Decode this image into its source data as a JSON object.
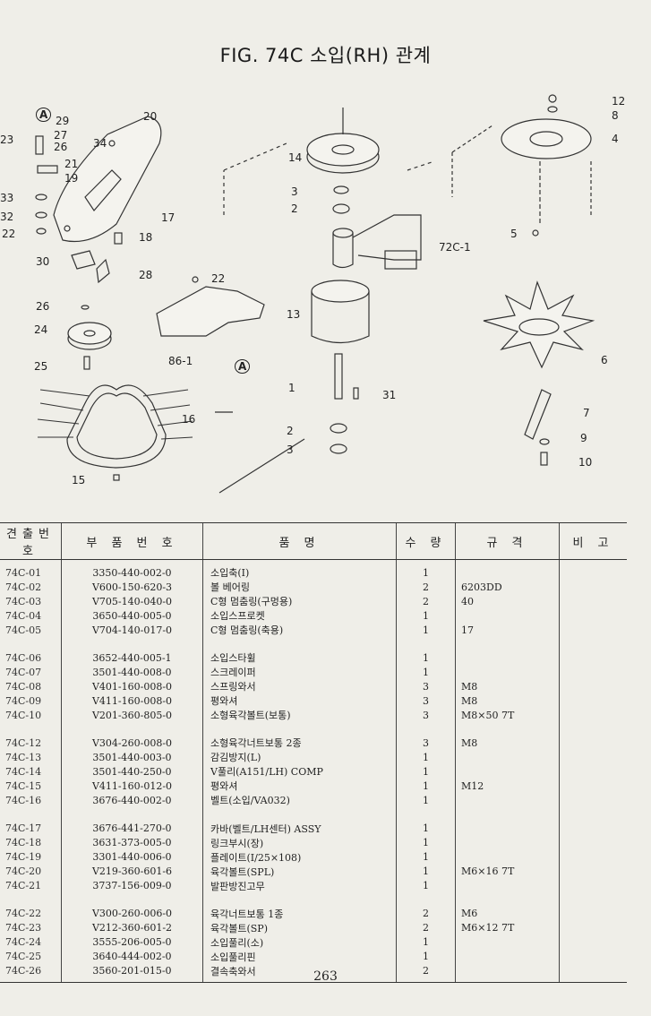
{
  "title": "FIG. 74C 소입(RH) 관계",
  "diagram": {
    "callouts": [
      "A",
      "29",
      "20",
      "23",
      "27",
      "26",
      "34",
      "21",
      "19",
      "33",
      "32",
      "22",
      "17",
      "18",
      "30",
      "28",
      "26",
      "24",
      "25",
      "16",
      "15",
      "22",
      "86-1",
      "A",
      "14",
      "3",
      "2",
      "72C-1",
      "13",
      "1",
      "31",
      "2",
      "3",
      "12",
      "8",
      "4",
      "5",
      "6",
      "7",
      "9",
      "10"
    ]
  },
  "table": {
    "headers": [
      "견출번호",
      "부 품 번 호",
      "품          명",
      "수 량",
      "규    격",
      "비 고"
    ],
    "groups": [
      [
        [
          "74C-01",
          "3350-440-002-0",
          "소입축(I)",
          "1",
          ""
        ],
        [
          "74C-02",
          "V600-150-620-3",
          "볼 베어링",
          "2",
          "6203DD"
        ],
        [
          "74C-03",
          "V705-140-040-0",
          "C형 멈춤링(구멍용)",
          "2",
          "40"
        ],
        [
          "74C-04",
          "3650-440-005-0",
          "소입스프로켓",
          "1",
          ""
        ],
        [
          "74C-05",
          "V704-140-017-0",
          "C형 멈춤링(축용)",
          "1",
          "17"
        ]
      ],
      [
        [
          "74C-06",
          "3652-440-005-1",
          "소입스타휠",
          "1",
          ""
        ],
        [
          "74C-07",
          "3501-440-008-0",
          "스크레이퍼",
          "1",
          ""
        ],
        [
          "74C-08",
          "V401-160-008-0",
          "스프링와서",
          "3",
          "M8"
        ],
        [
          "74C-09",
          "V411-160-008-0",
          "평와셔",
          "3",
          "M8"
        ],
        [
          "74C-10",
          "V201-360-805-0",
          "소형육각볼트(보통)",
          "3",
          "M8×50 7T"
        ]
      ],
      [
        [
          "74C-12",
          "V304-260-008-0",
          "소형육각너트보통 2종",
          "3",
          "M8"
        ],
        [
          "74C-13",
          "3501-440-003-0",
          "감김방지(L)",
          "1",
          ""
        ],
        [
          "74C-14",
          "3501-440-250-0",
          "V풀리(A151/LH) COMP",
          "1",
          ""
        ],
        [
          "74C-15",
          "V411-160-012-0",
          "평와셔",
          "1",
          "M12"
        ],
        [
          "74C-16",
          "3676-440-002-0",
          "벨트(소입/VA032)",
          "1",
          ""
        ]
      ],
      [
        [
          "74C-17",
          "3676-441-270-0",
          "카바(벨트/LH센터) ASSY",
          "1",
          ""
        ],
        [
          "74C-18",
          "3631-373-005-0",
          "링크부시(장)",
          "1",
          ""
        ],
        [
          "74C-19",
          "3301-440-006-0",
          "플레이트(I/25×108)",
          "1",
          ""
        ],
        [
          "74C-20",
          "V219-360-601-6",
          "육각볼트(SPL)",
          "1",
          "M6×16 7T"
        ],
        [
          "74C-21",
          "3737-156-009-0",
          "발판방진고무",
          "1",
          ""
        ]
      ],
      [
        [
          "74C-22",
          "V300-260-006-0",
          "육각너트보통 1종",
          "2",
          "M6"
        ],
        [
          "74C-23",
          "V212-360-601-2",
          "육각볼트(SP)",
          "2",
          "M6×12 7T"
        ],
        [
          "74C-24",
          "3555-206-005-0",
          "소입풀리(소)",
          "1",
          ""
        ],
        [
          "74C-25",
          "3640-444-002-0",
          "소입풀리핀",
          "1",
          ""
        ],
        [
          "74C-26",
          "3560-201-015-0",
          "결속축와서",
          "2",
          ""
        ]
      ]
    ]
  },
  "page_number": "263"
}
